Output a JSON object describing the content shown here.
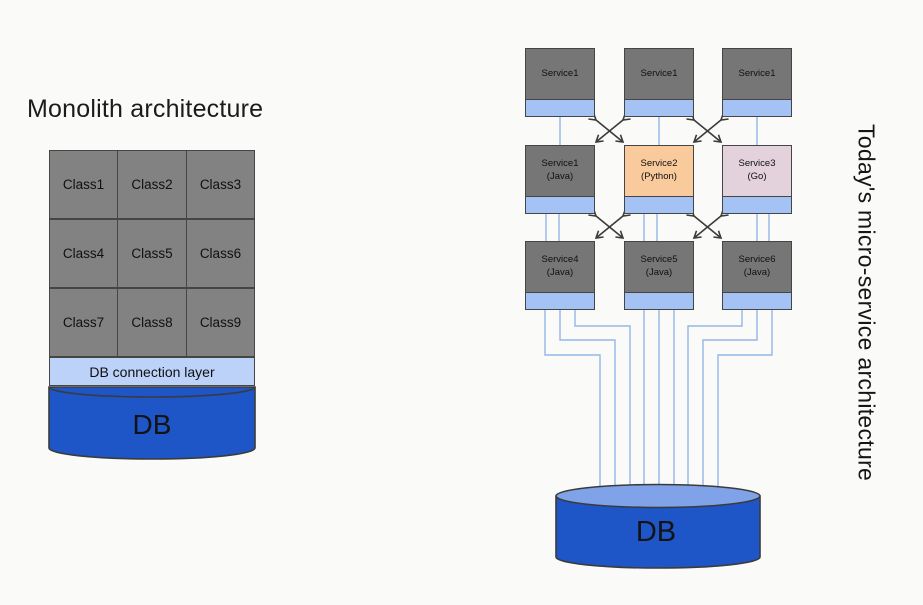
{
  "monolith": {
    "title": "Monolith architecture",
    "classes": [
      "Class1",
      "Class2",
      "Class3",
      "Class4",
      "Class5",
      "Class6",
      "Class7",
      "Class8",
      "Class9"
    ],
    "db_connection_label": "DB connection layer",
    "db_label": "DB"
  },
  "microservices": {
    "title": "Today's micro-service architecture",
    "db_label": "DB",
    "services": [
      {
        "label": "Service1",
        "sublabel": "",
        "fill": "#767676"
      },
      {
        "label": "Service1",
        "sublabel": "",
        "fill": "#767676"
      },
      {
        "label": "Service1",
        "sublabel": "",
        "fill": "#767676"
      },
      {
        "label": "Service1",
        "sublabel": "(Java)",
        "fill": "#767676"
      },
      {
        "label": "Service2",
        "sublabel": "(Python)",
        "fill": "#F9CB9C"
      },
      {
        "label": "Service3",
        "sublabel": "(Go)",
        "fill": "#E3D1DC"
      },
      {
        "label": "Service4",
        "sublabel": "(Java)",
        "fill": "#767676"
      },
      {
        "label": "Service5",
        "sublabel": "(Java)",
        "fill": "#767676"
      },
      {
        "label": "Service6",
        "sublabel": "(Java)",
        "fill": "#767676"
      }
    ]
  },
  "colors": {
    "page_bg": "#FAFAF8",
    "class_gray": "#828282",
    "box_gray": "#767676",
    "api_strip_blue": "#A4C2F4",
    "python_orange": "#F9CB9C",
    "go_pink": "#E3D1DC",
    "connection_layer_blue": "#BCD2F8",
    "db_body_blue": "#1E56C8",
    "db_top_blue": "#7FA2E8",
    "connector_line_blue": "#94B7E8",
    "arrow_dark": "#3B3B3B",
    "border_dark": "#454545"
  }
}
